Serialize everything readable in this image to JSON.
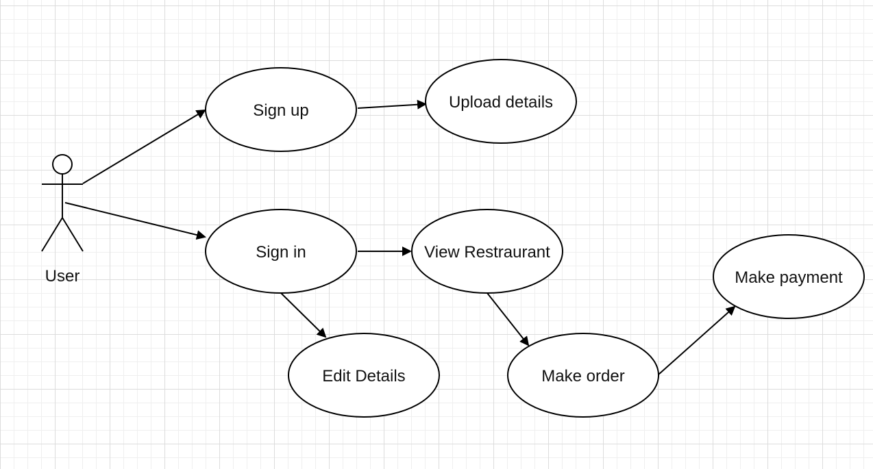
{
  "diagram": {
    "actor": {
      "label": "User"
    },
    "use_cases": [
      {
        "id": "signup",
        "label": "Sign up"
      },
      {
        "id": "upload",
        "label": "Upload details"
      },
      {
        "id": "signin",
        "label": "Sign in"
      },
      {
        "id": "view",
        "label": "View Restraurant"
      },
      {
        "id": "edit",
        "label": "Edit Details"
      },
      {
        "id": "order",
        "label": "Make order"
      },
      {
        "id": "payment",
        "label": "Make payment"
      }
    ],
    "associations": [
      {
        "from": "User",
        "to": "Sign up"
      },
      {
        "from": "User",
        "to": "Sign in"
      },
      {
        "from": "Sign up",
        "to": "Upload details"
      },
      {
        "from": "Sign in",
        "to": "View Restraurant"
      },
      {
        "from": "Sign in",
        "to": "Edit Details"
      },
      {
        "from": "View Restraurant",
        "to": "Make order"
      },
      {
        "from": "Make order",
        "to": "Make payment"
      }
    ]
  }
}
